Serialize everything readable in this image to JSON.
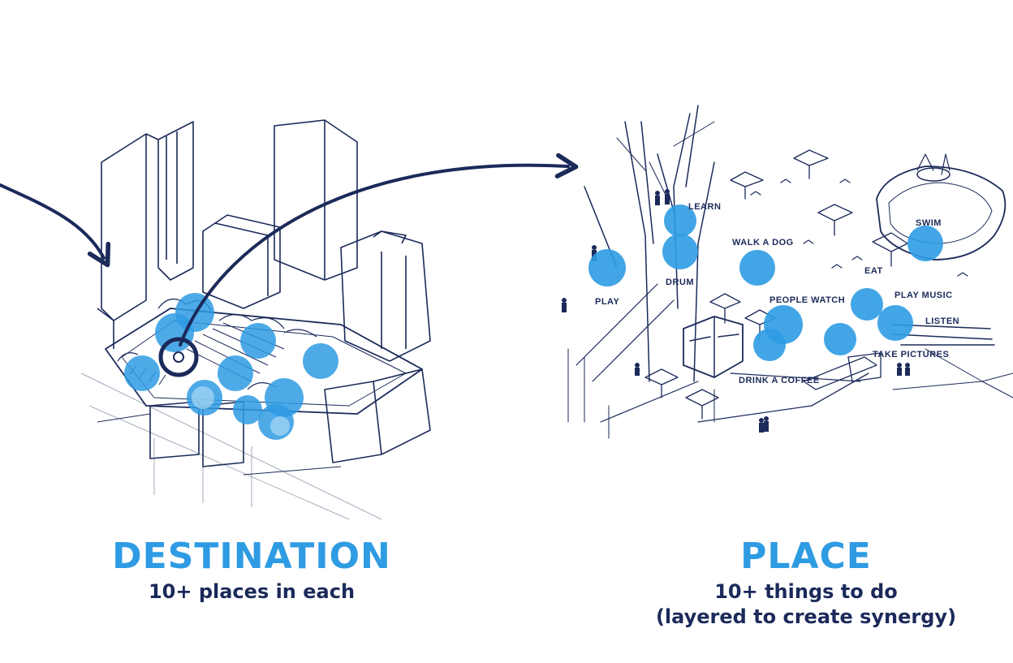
{
  "colors": {
    "ink": "#1b2a5a",
    "accent": "#2e9be3",
    "accent_light": "#a9d7f5"
  },
  "left": {
    "title": "DESTINATION",
    "subtitle": "10+ places in each"
  },
  "right": {
    "title": "PLACE",
    "subtitle_line1": "10+ things to do",
    "subtitle_line2": "(layered to create synergy)"
  },
  "activities": {
    "learn": "LEARN",
    "walk_a_dog": "WALK A DOG",
    "swim": "SWIM",
    "eat": "EAT",
    "play_music": "PLAY MUSIC",
    "drum": "DRUM",
    "play": "PLAY",
    "people_watch": "PEOPLE WATCH",
    "listen": "LISTEN",
    "take_pictures": "TAKE PICTURES",
    "drink_a_coffee": "DRINK A COFFEE"
  }
}
